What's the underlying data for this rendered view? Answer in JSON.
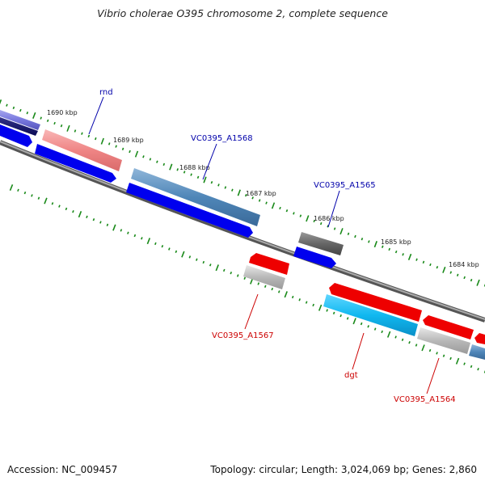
{
  "title": "Vibrio cholerae O395 chromosome 2, complete sequence",
  "footer": {
    "accession": "Accession: NC_009457",
    "stats": "Topology: circular; Length: 3,024,069 bp; Genes: 2,860"
  },
  "kbp_labels": [
    "1690 kbp",
    "1689 kbp",
    "1688 kbp",
    "1687 kbp",
    "1686 kbp",
    "1685 kbp",
    "1684 kbp"
  ],
  "gene_labels": [
    {
      "name": "rnd",
      "color": "#0000aa"
    },
    {
      "name": "VC0395_A1568",
      "color": "#0000aa"
    },
    {
      "name": "VC0395_A1565",
      "color": "#0000aa"
    },
    {
      "name": "VC0395_A1567",
      "color": "#cc0000"
    },
    {
      "name": "dgt",
      "color": "#cc0000"
    },
    {
      "name": "VC0395_A1564",
      "color": "#cc0000"
    }
  ],
  "colors": {
    "backbone": "#888888",
    "ticks": "#1a8a1a",
    "forward_cds": "#0000ee",
    "reverse_cds": "#ee0000",
    "forward_gene_steel": "#5a8fc0",
    "forward_gene_pink": "#f08a8a",
    "reverse_gene_cyan": "#10b8f0",
    "gray_gene": "#b8b8b8",
    "dark_gene": "#666666",
    "purple_gene": "#7777dd",
    "navy_gene": "#111166"
  }
}
